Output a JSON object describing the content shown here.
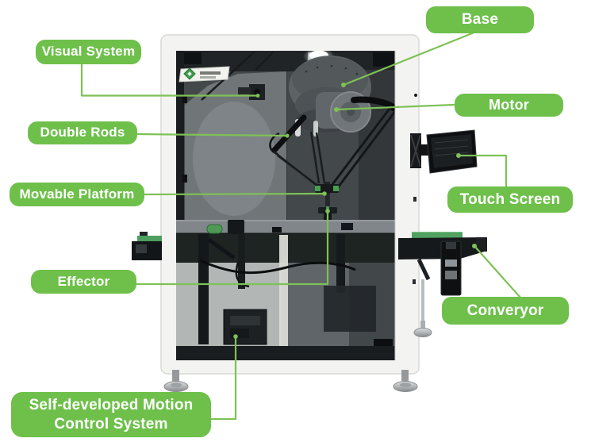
{
  "figure": {
    "background": "#ffffff",
    "colors": {
      "label_green": "#6ec04b",
      "line_green": "#7ec156",
      "label_text": "#ffffff"
    },
    "brand_sticker": {
      "icon": "green-diamond-logo"
    },
    "callouts": {
      "visual_system": {
        "label": "Visual System"
      },
      "double_rods": {
        "label": "Double Rods"
      },
      "movable_platform": {
        "label": "Movable Platform"
      },
      "effector": {
        "label": "Effector"
      },
      "motion_control": {
        "label": "Self-developed Motion Control System"
      },
      "base": {
        "label": "Base"
      },
      "motor": {
        "label": "Motor"
      },
      "touch_screen": {
        "label": "Touch Screen"
      },
      "conveyor": {
        "label": "Converyor"
      }
    }
  }
}
